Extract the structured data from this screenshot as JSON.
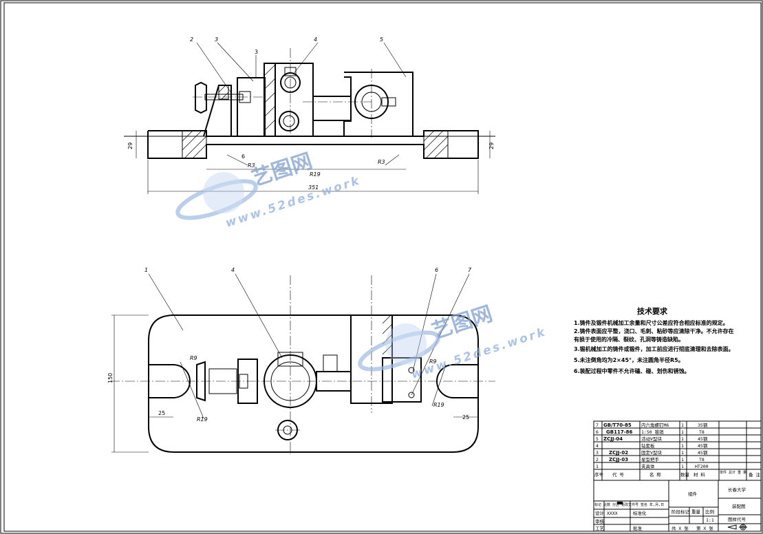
{
  "colors": {
    "line": "#000000",
    "watermark": "#7f9fd0",
    "background": "#ffffff"
  },
  "front_view": {
    "part_labels": [
      "2",
      "3",
      "4",
      "5"
    ],
    "dims": {
      "gap": "3",
      "height_left": "29",
      "height_right": "29",
      "r_left": "R3",
      "r_right": "R3",
      "r_mid": "R19",
      "slot": "6",
      "length": "351"
    }
  },
  "top_view": {
    "part_labels": [
      "1",
      "4",
      "6",
      "7"
    ],
    "dims": {
      "width": "150",
      "r_tl": "R9",
      "r_tr": "R9",
      "r_bl": "R19",
      "r_br": "R19",
      "off_left": "25",
      "off_right": "25"
    }
  },
  "tech_req": {
    "title": "技术要求",
    "lines": [
      "1.铸件及锻件机械加工余量和尺寸公差应符合相应标准的规定。",
      "2.铸件表面应平整，浇口、毛刺、粘砂等应清除干净。不允许存在",
      "有损于使用的冷隔、裂纹、孔洞等铸造缺陷。",
      "3.锻机械加工的铸件或锻件，加工前应进行彻底清理和去除表面。",
      "5.未注倒角均为2×45°，未注圆角半径R5。",
      "6.装配过程中零件不允许磕、碰、划伤和锈蚀。"
    ]
  },
  "bom": {
    "rows": [
      {
        "no": "7",
        "code": "GB/T70-85",
        "name": "内六角螺钉M6",
        "qty": "1",
        "mat": "35钢"
      },
      {
        "no": "6",
        "code": "GB117-86",
        "name": "1:50 锥销",
        "qty": "1",
        "mat": "T8"
      },
      {
        "no": "5",
        "code": "ZCJJ-04",
        "name": "活动V型块",
        "qty": "1",
        "mat": "45钢"
      },
      {
        "no": "4",
        "code": "",
        "name": "钻套板",
        "qty": "1",
        "mat": "45钢"
      },
      {
        "no": "3",
        "code": "ZCJJ-02",
        "name": "固定V型块",
        "qty": "1",
        "mat": "45钢"
      },
      {
        "no": "2",
        "code": "ZCJJ-03",
        "name": "星型把手",
        "qty": "1",
        "mat": "T8"
      },
      {
        "no": "1",
        "code": "",
        "name": "夹具体",
        "qty": "1",
        "mat": "HT200"
      }
    ],
    "header": {
      "no": "序号",
      "code": "代 号",
      "name": "名 称",
      "qty": "数量",
      "mat": "材 料",
      "weight": "单件 总计 重 量",
      "note": "备 注"
    }
  },
  "title_block": {
    "university": "长春大学",
    "drawing_name": "装配图",
    "part_label": "组件",
    "scale_label": "比例",
    "scale": "1:1",
    "weight_label": "重量",
    "stage_label": "阶段标记",
    "sheet_total": "共 X 张",
    "sheet_no": "第 X 张",
    "designer": "设计",
    "designer_name": "XXXX",
    "standardize": "标准化",
    "review": "审核",
    "process": "工艺",
    "approve": "批准",
    "marks_row": "标记 处数 分区 更改文件号 签名 年,月,日",
    "drawing_code": "图样代号"
  },
  "watermark": {
    "brand": "艺图网",
    "url": "www.52des.work"
  }
}
